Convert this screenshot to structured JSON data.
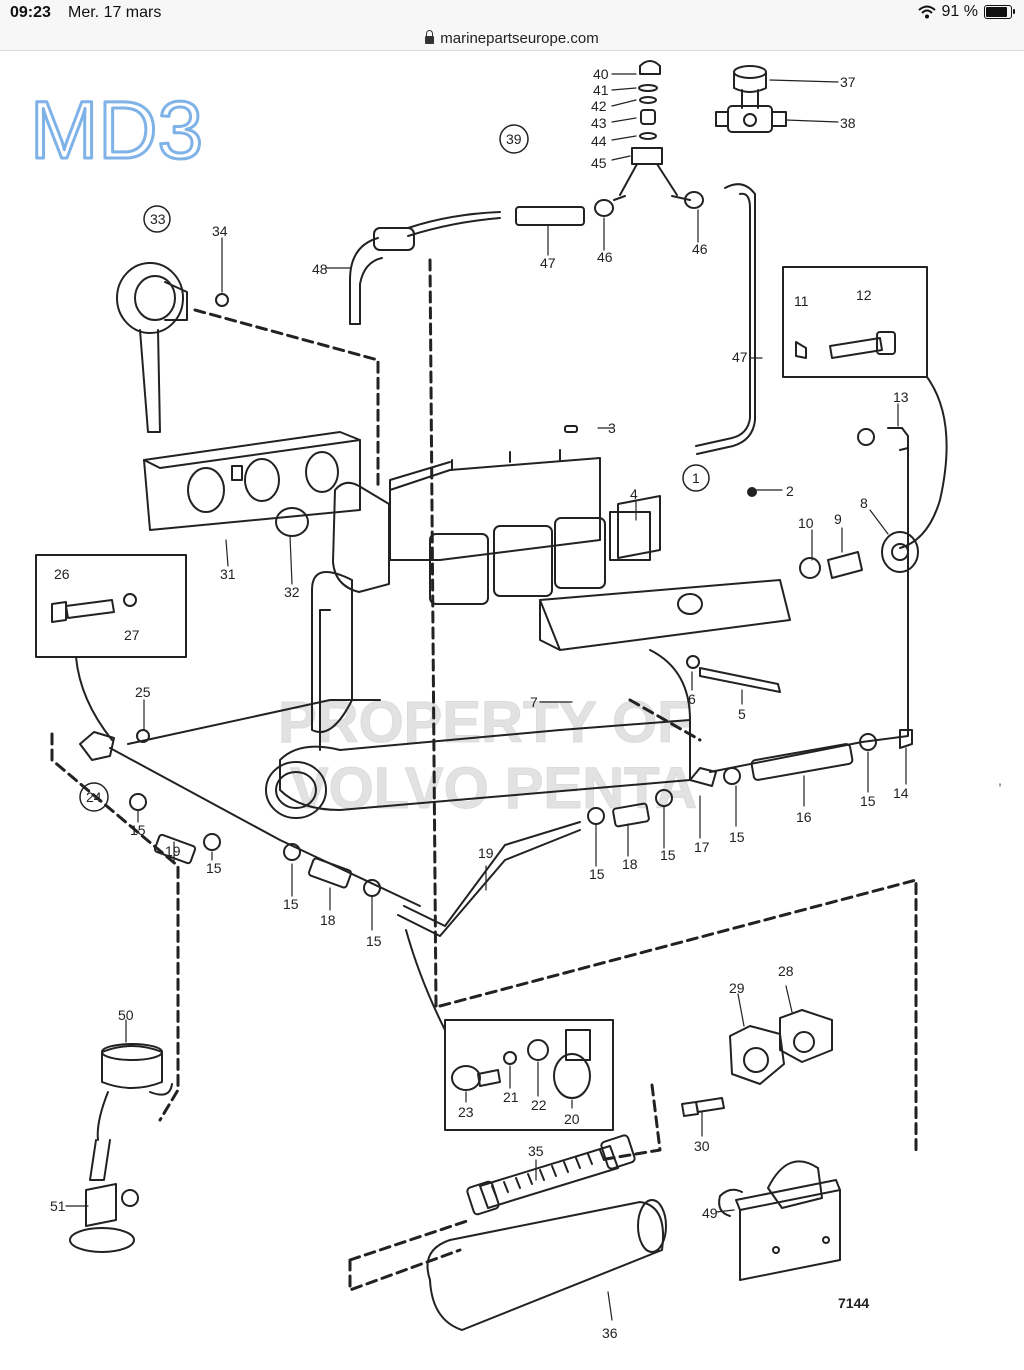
{
  "status_bar": {
    "time": "09:23",
    "date": "Mer. 17 mars",
    "battery_text": "91 %"
  },
  "browser": {
    "url": "marinepartseurope.com"
  },
  "diagram": {
    "handwritten_note": "MD3",
    "watermark_line1": "PROPERTY OF",
    "watermark_line2": "VOLVO PENTA",
    "figure_number": "7144",
    "labels": [
      {
        "text": "40"
      },
      {
        "text": "41"
      },
      {
        "text": "42"
      },
      {
        "text": "43"
      },
      {
        "text": "44"
      },
      {
        "text": "45"
      },
      {
        "text": "37"
      },
      {
        "text": "38"
      },
      {
        "text": "39"
      },
      {
        "text": "33"
      },
      {
        "text": "34"
      },
      {
        "text": "48"
      },
      {
        "text": "47"
      },
      {
        "text": "46"
      },
      {
        "text": "46"
      },
      {
        "text": "47"
      },
      {
        "text": "11"
      },
      {
        "text": "12"
      },
      {
        "text": "13"
      },
      {
        "text": "3"
      },
      {
        "text": "1"
      },
      {
        "text": "2"
      },
      {
        "text": "4"
      },
      {
        "text": "10"
      },
      {
        "text": "9"
      },
      {
        "text": "8"
      },
      {
        "text": "31"
      },
      {
        "text": "32"
      },
      {
        "text": "26"
      },
      {
        "text": "27"
      },
      {
        "text": "25"
      },
      {
        "text": "24"
      },
      {
        "text": "7"
      },
      {
        "text": "6"
      },
      {
        "text": "5"
      },
      {
        "text": "15"
      },
      {
        "text": "19"
      },
      {
        "text": "15"
      },
      {
        "text": "15"
      },
      {
        "text": "18"
      },
      {
        "text": "15"
      },
      {
        "text": "19"
      },
      {
        "text": "15"
      },
      {
        "text": "18"
      },
      {
        "text": "15"
      },
      {
        "text": "17"
      },
      {
        "text": "15"
      },
      {
        "text": "16"
      },
      {
        "text": "15"
      },
      {
        "text": "14"
      },
      {
        "text": "50"
      },
      {
        "text": "51"
      },
      {
        "text": "23"
      },
      {
        "text": "21"
      },
      {
        "text": "22"
      },
      {
        "text": "20"
      },
      {
        "text": "29"
      },
      {
        "text": "28"
      },
      {
        "text": "30"
      },
      {
        "text": "35"
      },
      {
        "text": "49"
      },
      {
        "text": "36"
      }
    ]
  }
}
